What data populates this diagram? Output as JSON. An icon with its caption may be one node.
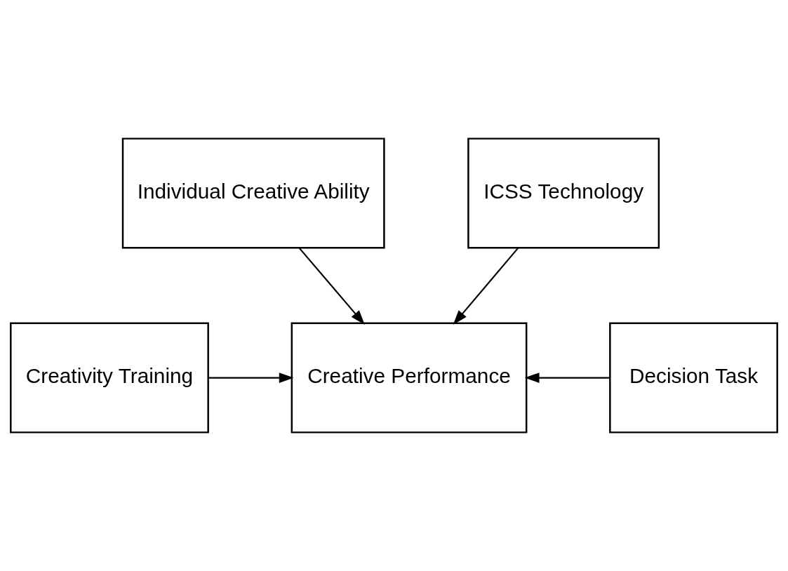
{
  "diagram": {
    "nodes": [
      {
        "text": [
          "Individual Creative Ability"
        ]
      },
      {
        "text": [
          "Creativity Training"
        ]
      },
      {
        "text": [
          "Creative Performance"
        ]
      },
      {
        "text": [
          "Decision Task"
        ]
      },
      {
        "text": [
          "ICSS Technology"
        ]
      }
    ],
    "edges": [
      {
        "from": 0,
        "to": 2,
        "arrow": "to"
      },
      {
        "from": 1,
        "to": 2,
        "arrow": "to"
      },
      {
        "from": 3,
        "to": 2,
        "arrow": "to"
      },
      {
        "from": 4,
        "to": 2,
        "arrow": "to"
      }
    ]
  }
}
